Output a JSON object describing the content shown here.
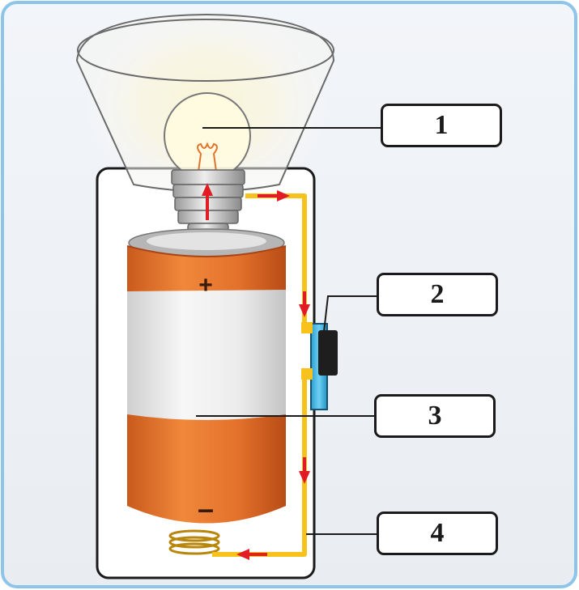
{
  "battery": {
    "plus_sign": "+",
    "minus_sign": "–"
  },
  "labels": [
    "1",
    "2",
    "3",
    "4"
  ],
  "colors": {
    "frame_border": "#8cc4ea",
    "wire": "#f7c21b",
    "arrow": "#e11d23",
    "battery_orange": "#e0742c",
    "switch_blue": "#3fb5e3",
    "bulb_glow": "#fff3b0"
  }
}
